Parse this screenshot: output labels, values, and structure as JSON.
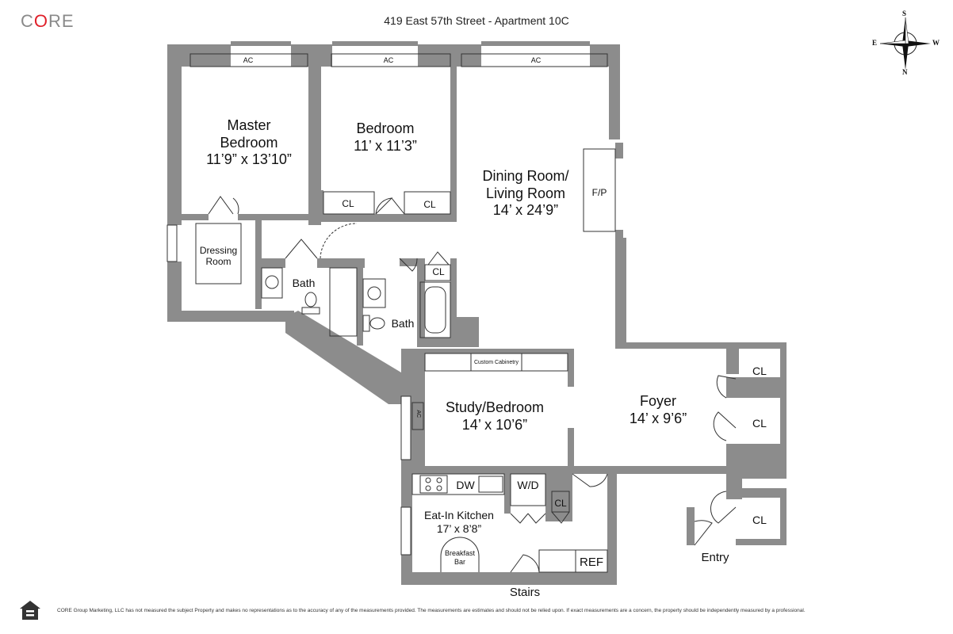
{
  "brand": {
    "logo_prefix": "C",
    "logo_o": "O",
    "logo_suffix": "RE",
    "accent": "#e0202a",
    "gray": "#8a8a8a"
  },
  "header": {
    "title": "419 East 57th Street - Apartment 10C"
  },
  "compass": {
    "n": "N",
    "s": "S",
    "e": "E",
    "w": "W"
  },
  "rooms": {
    "master": {
      "line1": "Master",
      "line2": "Bedroom",
      "dims": "11’9” x 13’10”"
    },
    "bedroom": {
      "name": "Bedroom",
      "dims": "11’ x 11’3”"
    },
    "dining": {
      "line1": "Dining Room/",
      "line2": "Living Room",
      "dims": "14’ x 24’9”"
    },
    "fp": "F/P",
    "dressing": {
      "line1": "Dressing",
      "line2": "Room"
    },
    "bath1": "Bath",
    "bath2": "Bath",
    "study": {
      "name": "Study/Bedroom",
      "dims": "14’ x 10’6”"
    },
    "custom_cab": "Custom Cabinetry",
    "foyer": {
      "name": "Foyer",
      "dims": "14’ x 9’6”"
    },
    "kitchen": {
      "name": "Eat-In Kitchen",
      "dims": "17’ x 8’8”"
    },
    "breakfast": {
      "line1": "Breakfast",
      "line2": "Bar"
    },
    "dw": "DW",
    "wd": "W/D",
    "ref": "REF",
    "cl": "CL",
    "ac": "AC",
    "stairs": "Stairs",
    "entry": "Entry"
  },
  "footer": {
    "disclaimer": "CORE Group Marketing, LLC has not measured the subject Property and makes no representations as to the accuracy of any of the measurements provided. The measurements are estimates and should not be relied upon. If exact measurements are a concern, the property should be independently measured by a professional."
  },
  "colors": {
    "wall": "#8c8c8c",
    "line": "#333333"
  }
}
